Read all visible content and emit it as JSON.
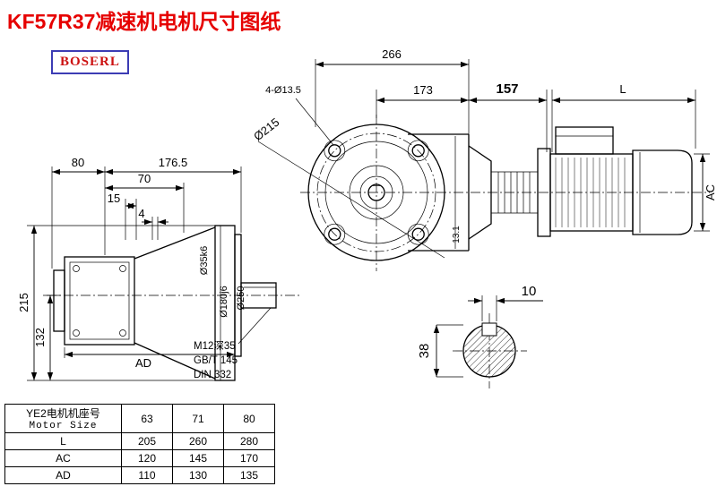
{
  "colors": {
    "title": "#e60000",
    "logo_text": "#cc1111",
    "logo_border": "#3c3cb4",
    "line": "#000000"
  },
  "page": {
    "title": "KF57R37减速机电机尺寸图纸",
    "logo_text": "BOSERL"
  },
  "front_view": {
    "dim_overall": "266",
    "dim_173": "173",
    "bolt_holes": "4-Ø13.5",
    "bolt_circle": "Ø215",
    "dim_157": "157",
    "dim_L": "L",
    "dim_AC": "AC",
    "dim_13_1": "13.1"
  },
  "side_view": {
    "dim_80": "80",
    "dim_176_5": "176.5",
    "dim_70": "70",
    "dim_15": "15",
    "dim_4": "4",
    "dim_215": "215",
    "dim_132": "132",
    "dim_AD": "AD",
    "shaft_dia": "Ø35k6",
    "spigot_dia": "Ø180j6",
    "flange_dia": "Ø250",
    "note_line1": "M12深35",
    "note_line2": "GB/T 145",
    "note_line3": "DIN 332"
  },
  "section_view": {
    "dim_key_width": "10",
    "dim_shaft_dia": "38"
  },
  "table": {
    "header_cn": "YE2电机机座号",
    "header_en": "Motor Size",
    "columns": [
      "63",
      "71",
      "80"
    ],
    "rows": [
      {
        "label": "L",
        "values": [
          "205",
          "260",
          "280"
        ]
      },
      {
        "label": "AC",
        "values": [
          "120",
          "145",
          "170"
        ]
      },
      {
        "label": "AD",
        "values": [
          "110",
          "130",
          "135"
        ]
      }
    ]
  }
}
